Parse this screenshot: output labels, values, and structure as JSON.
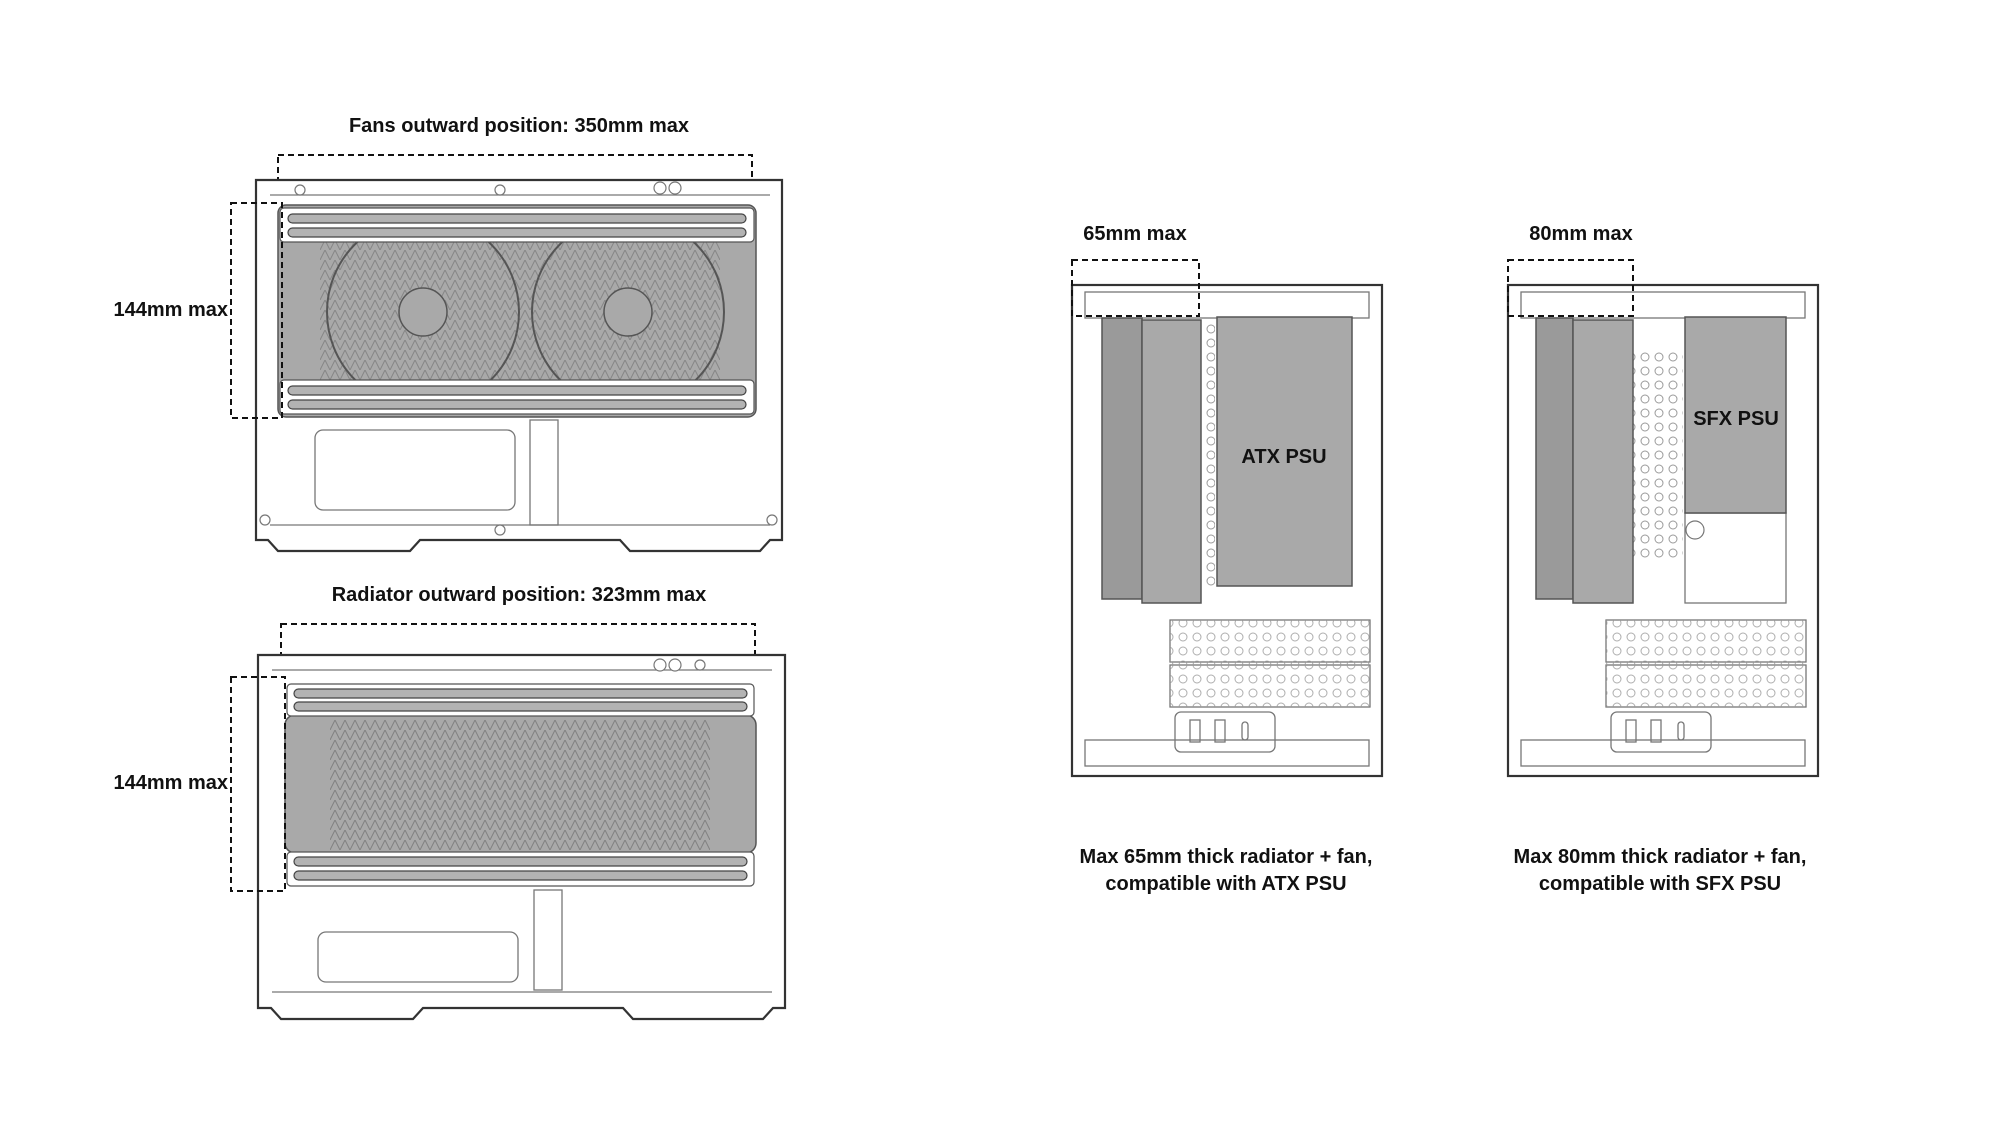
{
  "top_diagram": {
    "title": "Fans outward position: 350mm max",
    "height_label": "144mm max"
  },
  "bottom_diagram": {
    "title": "Radiator outward position: 323mm max",
    "height_label": "144mm max"
  },
  "atx_diagram": {
    "thickness_label": "65mm max",
    "psu_label": "ATX PSU",
    "caption_line1": "Max 65mm thick radiator + fan,",
    "caption_line2": "compatible with ATX PSU"
  },
  "sfx_diagram": {
    "thickness_label": "80mm max",
    "psu_label": "SFX PSU",
    "caption_line1": "Max 80mm thick radiator + fan,",
    "caption_line2": "compatible with SFX PSU"
  }
}
